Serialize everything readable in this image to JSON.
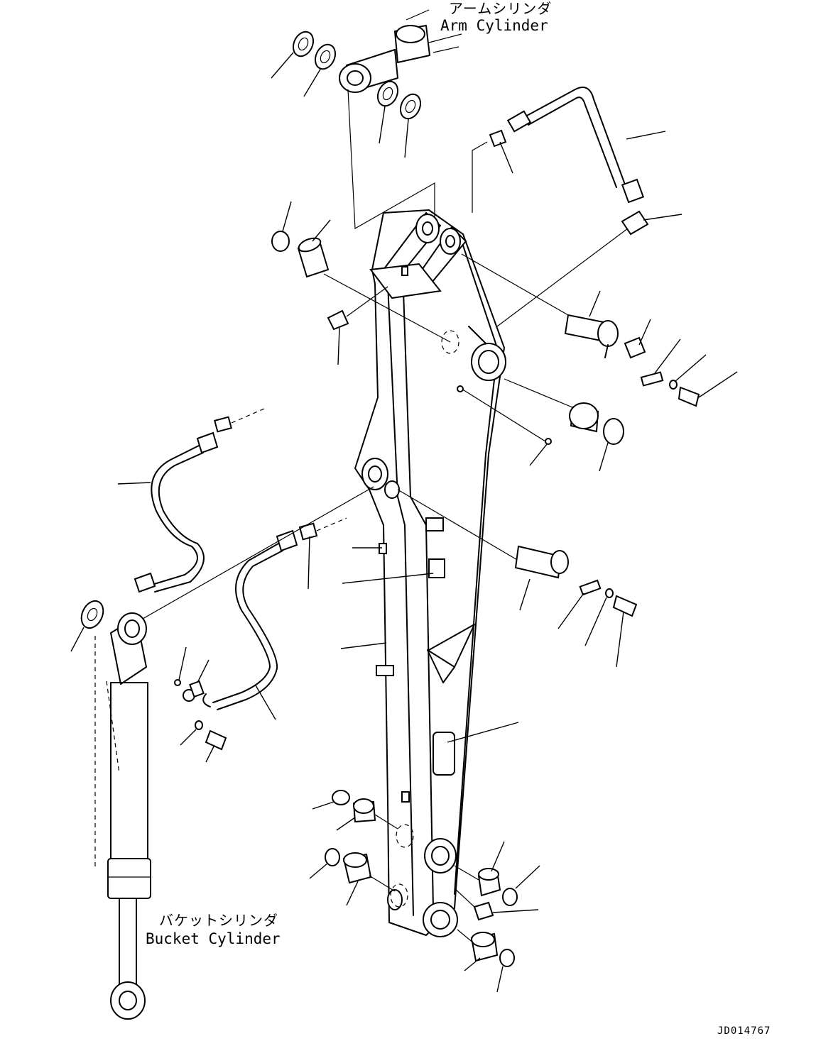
{
  "labels": {
    "arm_cylinder_jp": "アームシリンダ",
    "arm_cylinder_en": "Arm Cylinder",
    "bucket_cylinder_jp": "バケットシリンダ",
    "bucket_cylinder_en": "Bucket Cylinder",
    "drawing_code": "JD014767"
  },
  "colors": {
    "line": "#000000",
    "background": "#ffffff"
  }
}
